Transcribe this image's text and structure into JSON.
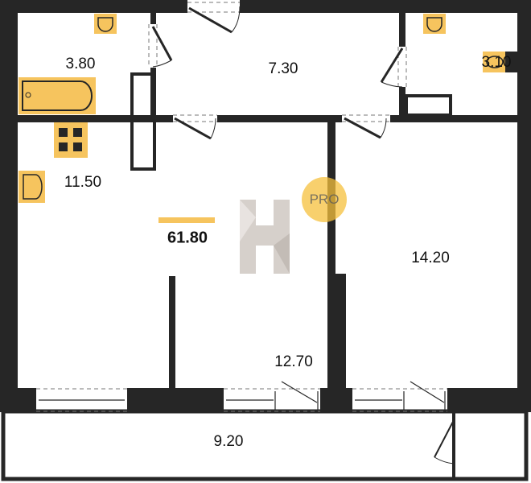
{
  "rooms": {
    "bathroom": "3.80",
    "hallway": "7.30",
    "toilet": "3.10",
    "kitchen": "11.50",
    "living_room": "12.70",
    "bedroom": "14.20",
    "balcony": "9.20"
  },
  "total_area": "61.80",
  "badge": "PRO",
  "colors": {
    "wall": "#262626",
    "fixture": "#F6C45E",
    "accent": "#F6C03C",
    "logo": "#CFC8C2"
  }
}
